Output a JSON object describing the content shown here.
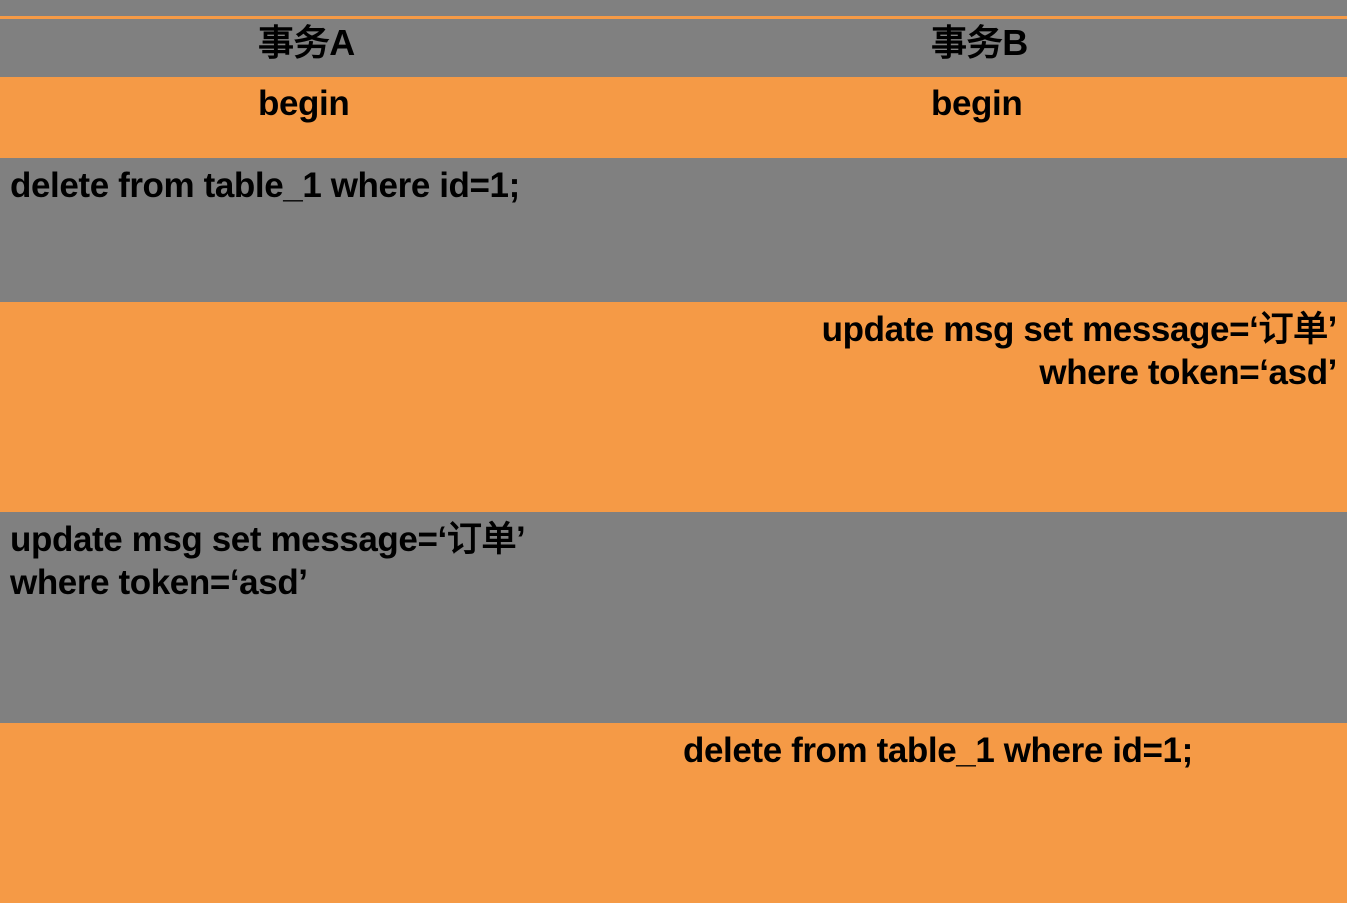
{
  "page": {
    "background_gray": "#808080",
    "background_orange": "#f59a46",
    "text_color": "#000000"
  },
  "table": {
    "columns": [
      {
        "id": "transaction-a",
        "header": "事务A"
      },
      {
        "id": "transaction-b",
        "header": "事务B"
      }
    ],
    "rows": [
      {
        "id": "header-row",
        "band": "gray",
        "cells": [
          {
            "column": "transaction-a",
            "text": "事务A",
            "align": "left-indent"
          },
          {
            "column": "transaction-b",
            "text": "事务B",
            "align": "left-indent"
          }
        ]
      },
      {
        "id": "begin-row",
        "band": "orange",
        "cells": [
          {
            "column": "transaction-a",
            "text": "begin",
            "align": "left-indent"
          },
          {
            "column": "transaction-b",
            "text": "begin",
            "align": "left-indent"
          }
        ]
      },
      {
        "id": "delete-a-row",
        "band": "gray",
        "cells": [
          {
            "column": "transaction-a",
            "text": "delete from table_1 where id=1;",
            "align": "justify"
          },
          {
            "column": "transaction-b",
            "text": "",
            "align": "left"
          }
        ]
      },
      {
        "id": "update-b-row",
        "band": "orange",
        "cells": [
          {
            "column": "transaction-a",
            "text": "",
            "align": "left"
          },
          {
            "column": "transaction-b",
            "line1": "update msg set message=‘订单’",
            "line2": "where token=‘asd’",
            "align": "right"
          }
        ]
      },
      {
        "id": "update-a-row",
        "band": "gray",
        "cells": [
          {
            "column": "transaction-a",
            "line1": "update msg set message=‘订单’",
            "line2": "where token=‘asd’",
            "align": "left"
          },
          {
            "column": "transaction-b",
            "text": "",
            "align": "left"
          }
        ]
      },
      {
        "id": "delete-b-row",
        "band": "orange",
        "cells": [
          {
            "column": "transaction-a",
            "text": "",
            "align": "left"
          },
          {
            "column": "transaction-b",
            "text": "delete from table_1 where id=1;",
            "align": "justify"
          }
        ]
      }
    ]
  }
}
